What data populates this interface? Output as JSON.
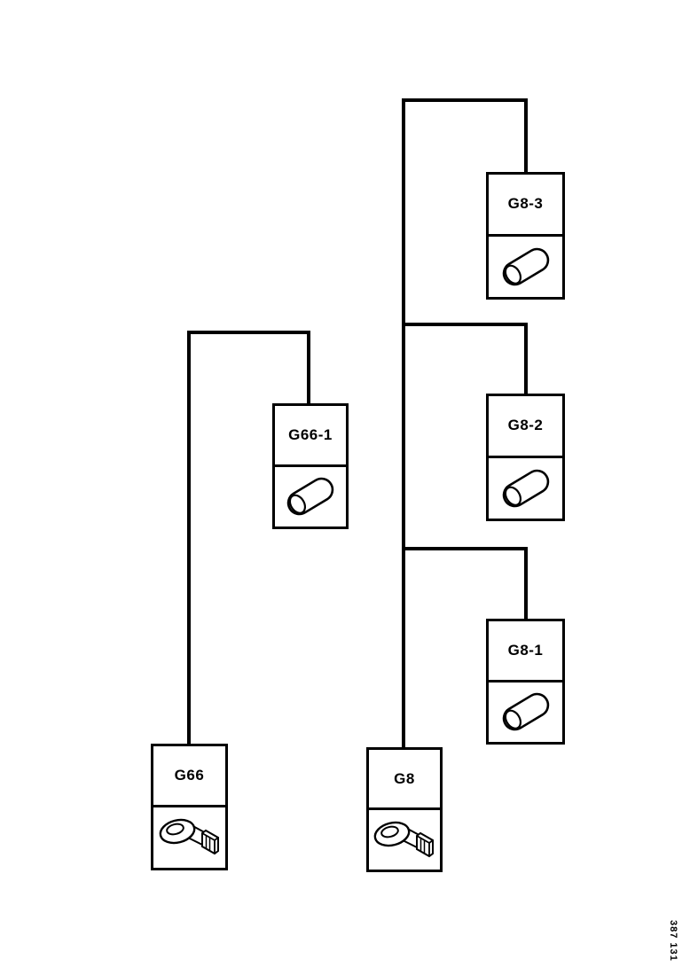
{
  "page": {
    "background_color": "#ffffff",
    "line_color": "#000000",
    "doc_number": "387 131"
  },
  "connectors": [
    {
      "id": "g8-3",
      "label": "G8-3",
      "symbol": "butt-connector-icon"
    },
    {
      "id": "g8-2",
      "label": "G8-2",
      "symbol": "butt-connector-icon"
    },
    {
      "id": "g8-1",
      "label": "G8-1",
      "symbol": "butt-connector-icon"
    },
    {
      "id": "g66-1",
      "label": "G66-1",
      "symbol": "butt-connector-icon"
    },
    {
      "id": "g66",
      "label": "G66",
      "symbol": "ring-terminal-icon"
    },
    {
      "id": "g8",
      "label": "G8",
      "symbol": "ring-terminal-icon"
    }
  ]
}
